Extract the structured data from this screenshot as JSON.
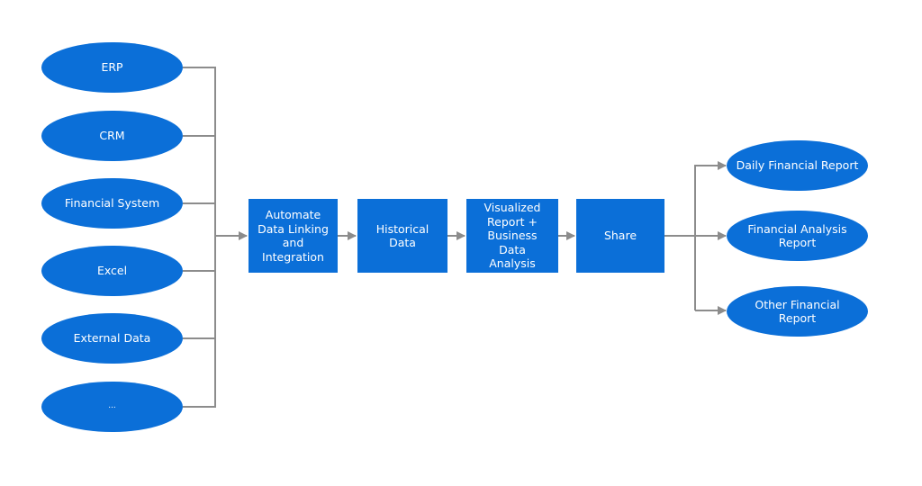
{
  "sources": [
    {
      "label": "ERP"
    },
    {
      "label": "CRM"
    },
    {
      "label": "Financial System"
    },
    {
      "label": "Excel"
    },
    {
      "label": "External Data"
    },
    {
      "label": "..."
    }
  ],
  "process_steps": [
    {
      "label": "Automate\nData Linking\nand\nIntegration"
    },
    {
      "label": "Historical\nData"
    },
    {
      "label": "Visualized\nReport +\nBusiness\nData\nAnalysis"
    },
    {
      "label": "Share"
    }
  ],
  "outputs": [
    {
      "label": "Daily Financial Report"
    },
    {
      "label": "Financial Analysis\nReport"
    },
    {
      "label": "Other Financial\nReport"
    }
  ],
  "colors": {
    "node_fill": "#0b6fd8",
    "node_text": "#ffffff",
    "connector": "#8c8c8c"
  }
}
